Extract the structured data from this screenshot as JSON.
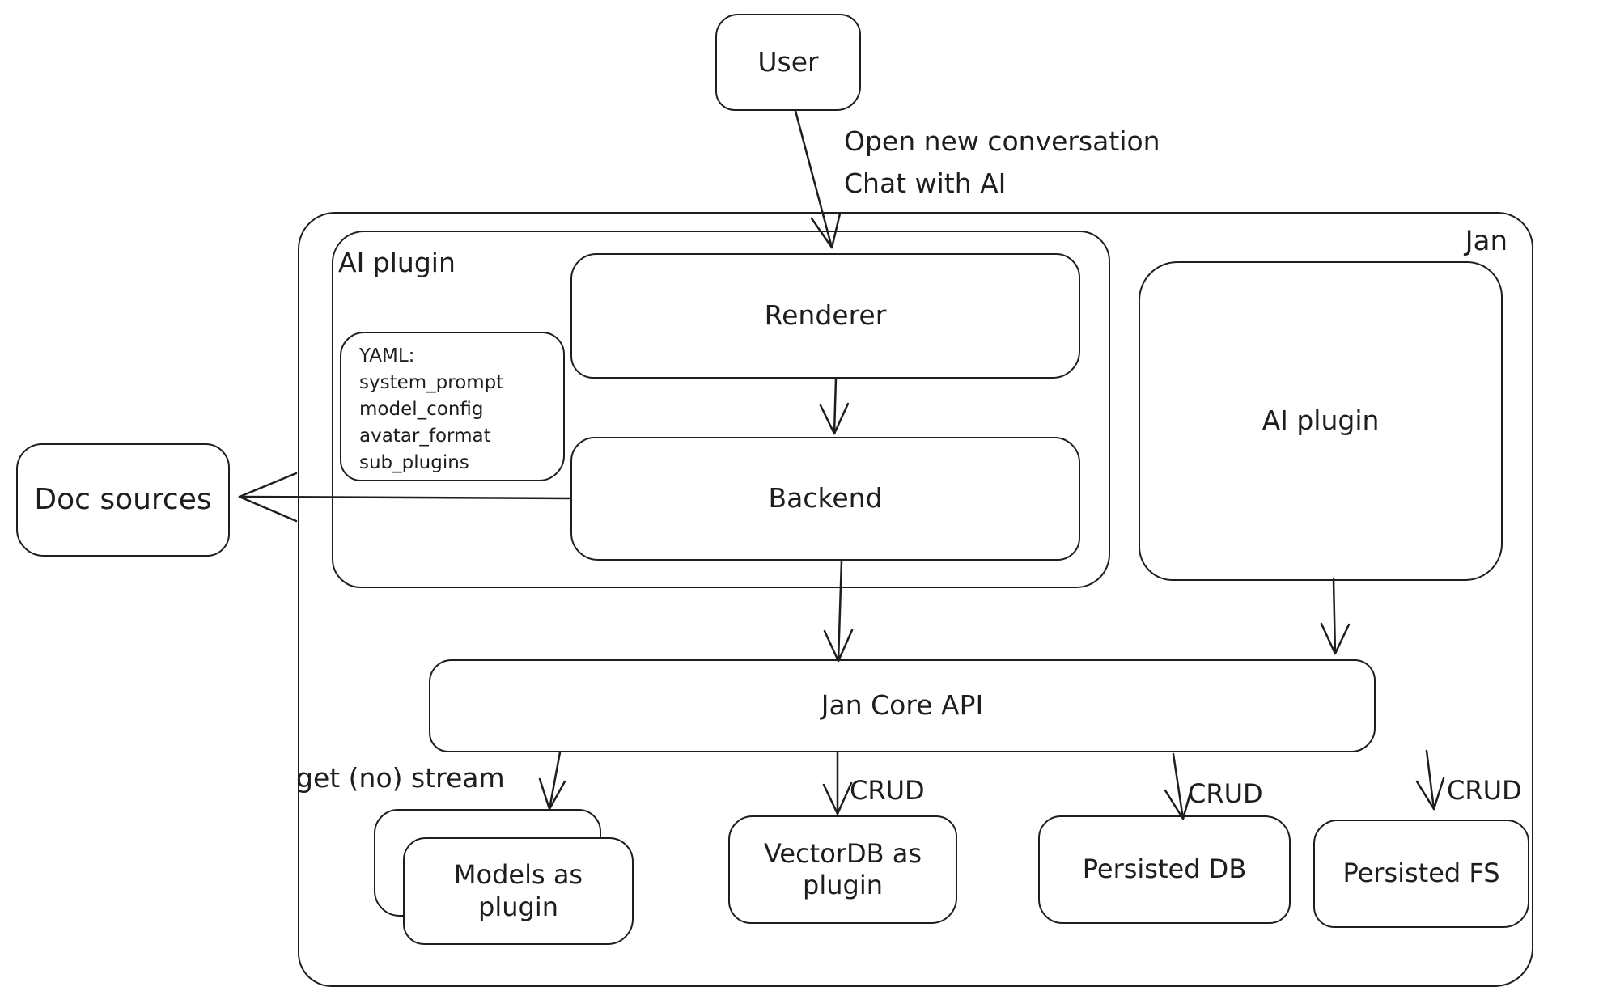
{
  "page": {
    "background": "#ffffff",
    "stroke_color": "#1e1e1e"
  },
  "nodes": {
    "user": "User",
    "jan": "Jan",
    "ai_plugin_group": "AI plugin",
    "renderer": "Renderer",
    "backend": "Backend",
    "yaml_note_lines": [
      "YAML:",
      "system_prompt",
      "model_config",
      "avatar_format",
      "sub_plugins"
    ],
    "doc_sources": "Doc sources",
    "ai_plugin": "AI plugin",
    "jan_core_api": "Jan Core API",
    "models": "Models as plugin",
    "vectordb": "VectorDB as plugin",
    "persisted_db": "Persisted DB",
    "persisted_fs": "Persisted FS"
  },
  "edge_labels": {
    "user_flow_line1": "Open new conversation",
    "user_flow_line2": "Chat with AI",
    "get_stream": "get (no) stream",
    "crud_vectordb": "CRUD",
    "crud_persisted_db": "CRUD",
    "crud_persisted_fs": "CRUD"
  }
}
